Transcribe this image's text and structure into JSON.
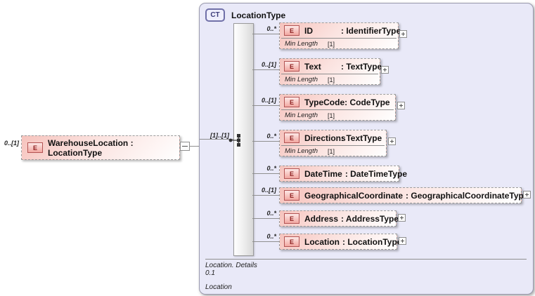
{
  "root_element": {
    "cardinality": "0..[1]",
    "badge": "E",
    "label": "WarehouseLocation : LocationType"
  },
  "complex_type": {
    "badge": "CT",
    "title": "LocationType",
    "connector_cardinality": "[1]..[1]",
    "children": [
      {
        "cardinality": "0..*",
        "badge": "E",
        "name": "ID",
        "type": ": IdentifierType",
        "facet_name": "Min Length",
        "facet_value": "[1]"
      },
      {
        "cardinality": "0..[1]",
        "badge": "E",
        "name": "Text",
        "type": ": TextType",
        "facet_name": "Min Length",
        "facet_value": "[1]"
      },
      {
        "cardinality": "0..[1]",
        "badge": "E",
        "name": "TypeCode",
        "type": ": CodeType",
        "facet_name": "Min Length",
        "facet_value": "[1]"
      },
      {
        "cardinality": "0..*",
        "badge": "E",
        "name": "Directions",
        "type": ": TextType",
        "facet_name": "Min Length",
        "facet_value": "[1]"
      },
      {
        "cardinality": "0..*",
        "badge": "E",
        "name": "DateTime",
        "type": ": DateTimeType"
      },
      {
        "cardinality": "0..[1]",
        "badge": "E",
        "name": "GeographicalCoordinate",
        "type": ": GeographicalCoordinateType"
      },
      {
        "cardinality": "0..*",
        "badge": "E",
        "name": "Address",
        "type": ": AddressType"
      },
      {
        "cardinality": "0..*",
        "badge": "E",
        "name": "Location",
        "type": ": LocationType"
      }
    ],
    "footer": {
      "line1": "Location. Details",
      "line2": "0.1",
      "line3": "Location"
    }
  },
  "colors": {
    "container_bg": "#e9e9f8",
    "element_pink": "#f6c3bd",
    "badge_red": "#8c1f1f",
    "ct_blue": "#3d3d7a",
    "line_gray": "#8f8f8f"
  }
}
